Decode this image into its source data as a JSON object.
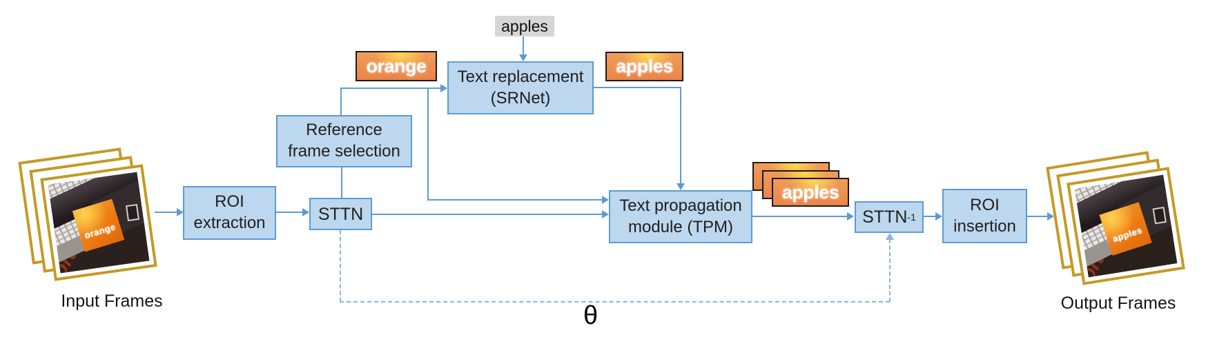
{
  "figure": {
    "labels": {
      "input_frames": "Input Frames",
      "output_frames": "Output Frames",
      "theta": "θ",
      "target_word": "apples"
    },
    "boxes": {
      "roi_extraction": {
        "lines": [
          "ROI",
          "extraction"
        ]
      },
      "sttn": {
        "label": "STTN"
      },
      "reference": {
        "lines": [
          "Reference",
          "frame selection"
        ]
      },
      "srnet": {
        "lines": [
          "Text replacement",
          "(SRNet)"
        ]
      },
      "tpm": {
        "lines": [
          "Text propagation",
          "module (TPM)"
        ]
      },
      "sttn_inverse": {
        "base": "STTN",
        "exponent": "-1"
      },
      "roi_insertion": {
        "lines": [
          "ROI",
          "insertion"
        ]
      }
    },
    "patches": {
      "source_word": "orange",
      "replaced_word": "apples",
      "propagated_word": "apples"
    },
    "photos": {
      "input_sign_text": "orange",
      "output_sign_text": "apples",
      "script_text": "orange"
    },
    "colors": {
      "box_fill": "#bdd7ee",
      "box_border": "#5b9bd5",
      "arrow": "#5b9bd5",
      "dashed_line": "#8ab3da",
      "frame_gold": "#c49a26",
      "word_label_bg": "#d6d6d6",
      "patch_border": "#1a1a1a",
      "patch_orange": "#ea8448"
    }
  }
}
